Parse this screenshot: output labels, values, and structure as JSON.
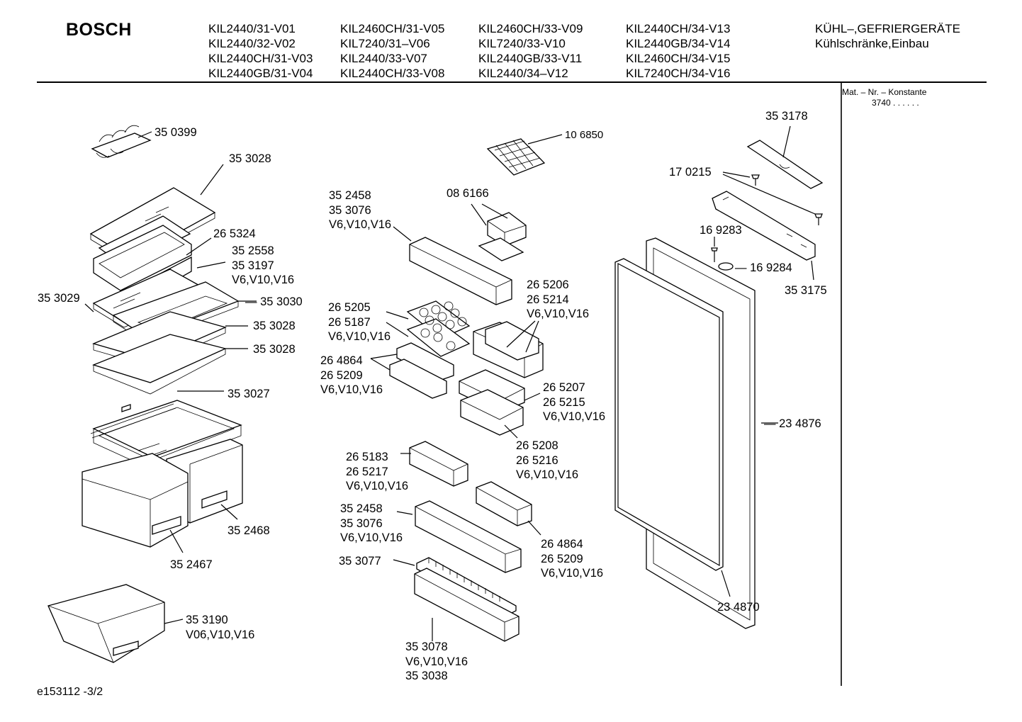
{
  "header": {
    "brand": "BOSCH",
    "model_columns": [
      [
        "KIL2440/31-V01",
        "KIL2440/32-V02",
        "KIL2440CH/31-V03",
        "KIL2440GB/31-V04"
      ],
      [
        "KIL2460CH/31-V05",
        "KIL7240/31–V06",
        "KIL2440/33-V07",
        "KIL2440CH/33-V08"
      ],
      [
        "KIL2460CH/33-V09",
        "KIL7240/33-V10",
        "KIL2440GB/33-V11",
        "KIL2440/34–V12"
      ],
      [
        "KIL2440CH/34-V13",
        "KIL2440GB/34-V14",
        "KIL2460CH/34-V15",
        "KIL7240CH/34-V16"
      ]
    ],
    "category_line1": "KÜHL–,GEFRIERGERÄTE",
    "category_line2": "Kühlschränke,Einbau"
  },
  "sidebar": {
    "constant_label": "Mat. – Nr. – Konstante",
    "constant_value": "3740 . .   . . . ."
  },
  "labels": {
    "l01": "35 0399",
    "l02": "35 3028",
    "l03": "26 5324",
    "l04a": "35 2558",
    "l04b": "35 3197",
    "l04c": "V6,V10,V16",
    "l05": "35 3029",
    "l06": "— 35 3030",
    "l07": "35 3028",
    "l08": "35 3028",
    "l09": "35 3027",
    "l10": "35 2468",
    "l11": "35 2467",
    "l12a": "35 3190",
    "l12b": "V06,V10,V16",
    "l13": "10 6850",
    "l14": "08 6166",
    "l15a": "35 2458",
    "l15b": "35 3076",
    "l15c": "V6,V10,V16",
    "l16a": "26 5206",
    "l16b": "26 5214",
    "l16c": "V6,V10,V16",
    "l17a": "26 5205",
    "l17b": "26 5187",
    "l17c": "V6,V10,V16",
    "l18a": "26 4864",
    "l18b": "26 5209",
    "l18c": "V6,V10,V16",
    "l19a": "26 5207",
    "l19b": "26 5215",
    "l19c": "V6,V10,V16",
    "l20a": "26 5208",
    "l20b": "26 5216",
    "l20c": "V6,V10,V16",
    "l21a": "26 5183",
    "l21b": "26 5217",
    "l21c": "V6,V10,V16",
    "l22a": "35 2458",
    "l22b": "35 3076",
    "l22c": "V6,V10,V16",
    "l23a": "26 4864",
    "l23b": "26 5209",
    "l23c": "V6,V10,V16",
    "l24": "35 3077",
    "l25a": "35 3078",
    "l25b": "V6,V10,V16",
    "l25c": "35 3038",
    "l26": "35 3178",
    "l27": "17 0215",
    "l28": "16 9283",
    "l29": "— 16 9284",
    "l30": "35 3175",
    "l31": "— 23 4876",
    "l32": "23 4870"
  },
  "footer": {
    "drawing_id": "e153112 -3/2"
  }
}
